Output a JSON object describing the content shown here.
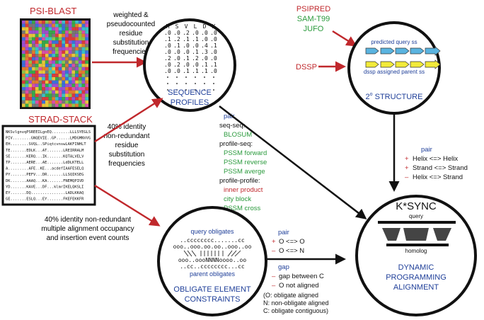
{
  "colors": {
    "red": "#c0282c",
    "blue": "#1f3f99",
    "green": "#2a9a3c",
    "dark": "#111111",
    "cyan": "#5ab4e0",
    "yellow": "#f2ea3a"
  },
  "psiblast": {
    "title": "PSI-BLAST",
    "note": [
      "weighted &",
      "pseudocounted",
      "residue",
      "substitution",
      "frequencies"
    ]
  },
  "strad": {
    "title": "STRAD-STACK",
    "lines": [
      "NKSvlgnvqPSREEILgnEQ........LLLSYEGLS",
      "PIV........GNQEVIE..GP......LMDGMNVVG",
      "EH........SVQL..SPiqtcvnswLAKFINHLT",
      "TE.......EDLK...AT.......LREIRRALM",
      "SE.......KERQ...IK.......KQTALVELV",
      "TP.......AERE...AE.......LdDLKTELL",
      "A.........AFE..KE...acdefIAAFESELQ",
      "PY.......PEFV...DR.......LLSQIKSEG",
      "DK.......AAAQ...KA.......FNEMQPIVD",
      "YD.......KAVE...DF...klmrIKELQKSLI",
      "EY.......DQ...............LADLKKAQ",
      "GE.......ESLQ...EY.......FKEFEKKFR"
    ],
    "note1": [
      "40% identity",
      "non-redundant",
      "residue",
      "substitution",
      "frequencies"
    ],
    "note2": [
      "40% identity non-redundant",
      "multiple alignment occupancy",
      "and insertion event counts"
    ]
  },
  "profiles": {
    "header": [
      "M",
      "S",
      "V",
      "L",
      "D",
      "K"
    ],
    "rows": [
      [
        ".0",
        ".0",
        ".2",
        ".0",
        ".0",
        ".0"
      ],
      [
        ".1",
        ".2",
        ".1",
        ".1",
        ".0",
        ".0"
      ],
      [
        ".0",
        ".1",
        ".0",
        ".0",
        ".4",
        ".1"
      ],
      [
        ".0",
        ".0",
        ".0",
        ".1",
        ".3",
        ".0"
      ],
      [
        ".2",
        ".0",
        ".1",
        ".2",
        ".0",
        ".0"
      ],
      [
        ".0",
        ".2",
        ".0",
        ".0",
        ".1",
        ".1"
      ],
      [
        ".0",
        ".0",
        ".1",
        ".1",
        ".1",
        ".0"
      ]
    ],
    "label": [
      "SEQUENCE",
      "PROFILES"
    ]
  },
  "structure": {
    "inputs": [
      "PSIPRED",
      "SAM-T99",
      "JUFO"
    ],
    "dssp": "DSSP",
    "query_label": "predicted query ss",
    "parent_label": "dssp assigned parent ss",
    "label_main": "2",
    "label_sup": "o",
    "label_rest": " STRUCTURE"
  },
  "pair_terms": {
    "heading": "pair",
    "seqseq": "seq-seq:",
    "blosum": "BLOSUM",
    "profseq": "profile-seq:",
    "pssm": [
      "PSSM forward",
      "PSSM reverse",
      "PSSM averge"
    ],
    "profprof": "profile-profile:",
    "inner": "inner product",
    "city": "city block",
    "cross": "PSSM cross"
  },
  "ss_terms": {
    "heading": "pair",
    "items": [
      {
        "sign": "+",
        "text": "Helix <=> Helix"
      },
      {
        "sign": "+",
        "text": "Strand <=> Strand"
      },
      {
        "sign": "–",
        "text": "Helix <=> Strand"
      }
    ]
  },
  "obligates": {
    "top": "query obligates",
    "bottom": "parent obligates",
    "seq_top": "..cccccccc.......cc",
    "seq_mid1": "ooo..ooo.oo.oo..ooo..oo",
    "seq_mid2": "ooo..oooNNNNoooo..oo",
    "seq_bot": "..cc..cccccccc...cc",
    "label": [
      "OBLIGATE ELEMENT",
      "CONSTRAINTS"
    ],
    "pair_heading": "pair",
    "pair_items": [
      {
        "sign": "+",
        "text": "O <=> O"
      },
      {
        "sign": "–",
        "text": "O <=> N"
      }
    ],
    "gap_heading": "gap",
    "gap_items": [
      {
        "sign": "–",
        "text": "gap between C"
      },
      {
        "sign": "–",
        "text": "O not aligned"
      }
    ],
    "legend": [
      "(O: obligate aligned",
      "N: non-obligate aligned",
      "C: obligate contiguous)"
    ]
  },
  "ksync": {
    "title": "K*SYNC",
    "query": "query",
    "homolog": "homolog",
    "label": [
      "DYNAMIC",
      "PROGRAMMING",
      "ALIGNMENT"
    ]
  }
}
